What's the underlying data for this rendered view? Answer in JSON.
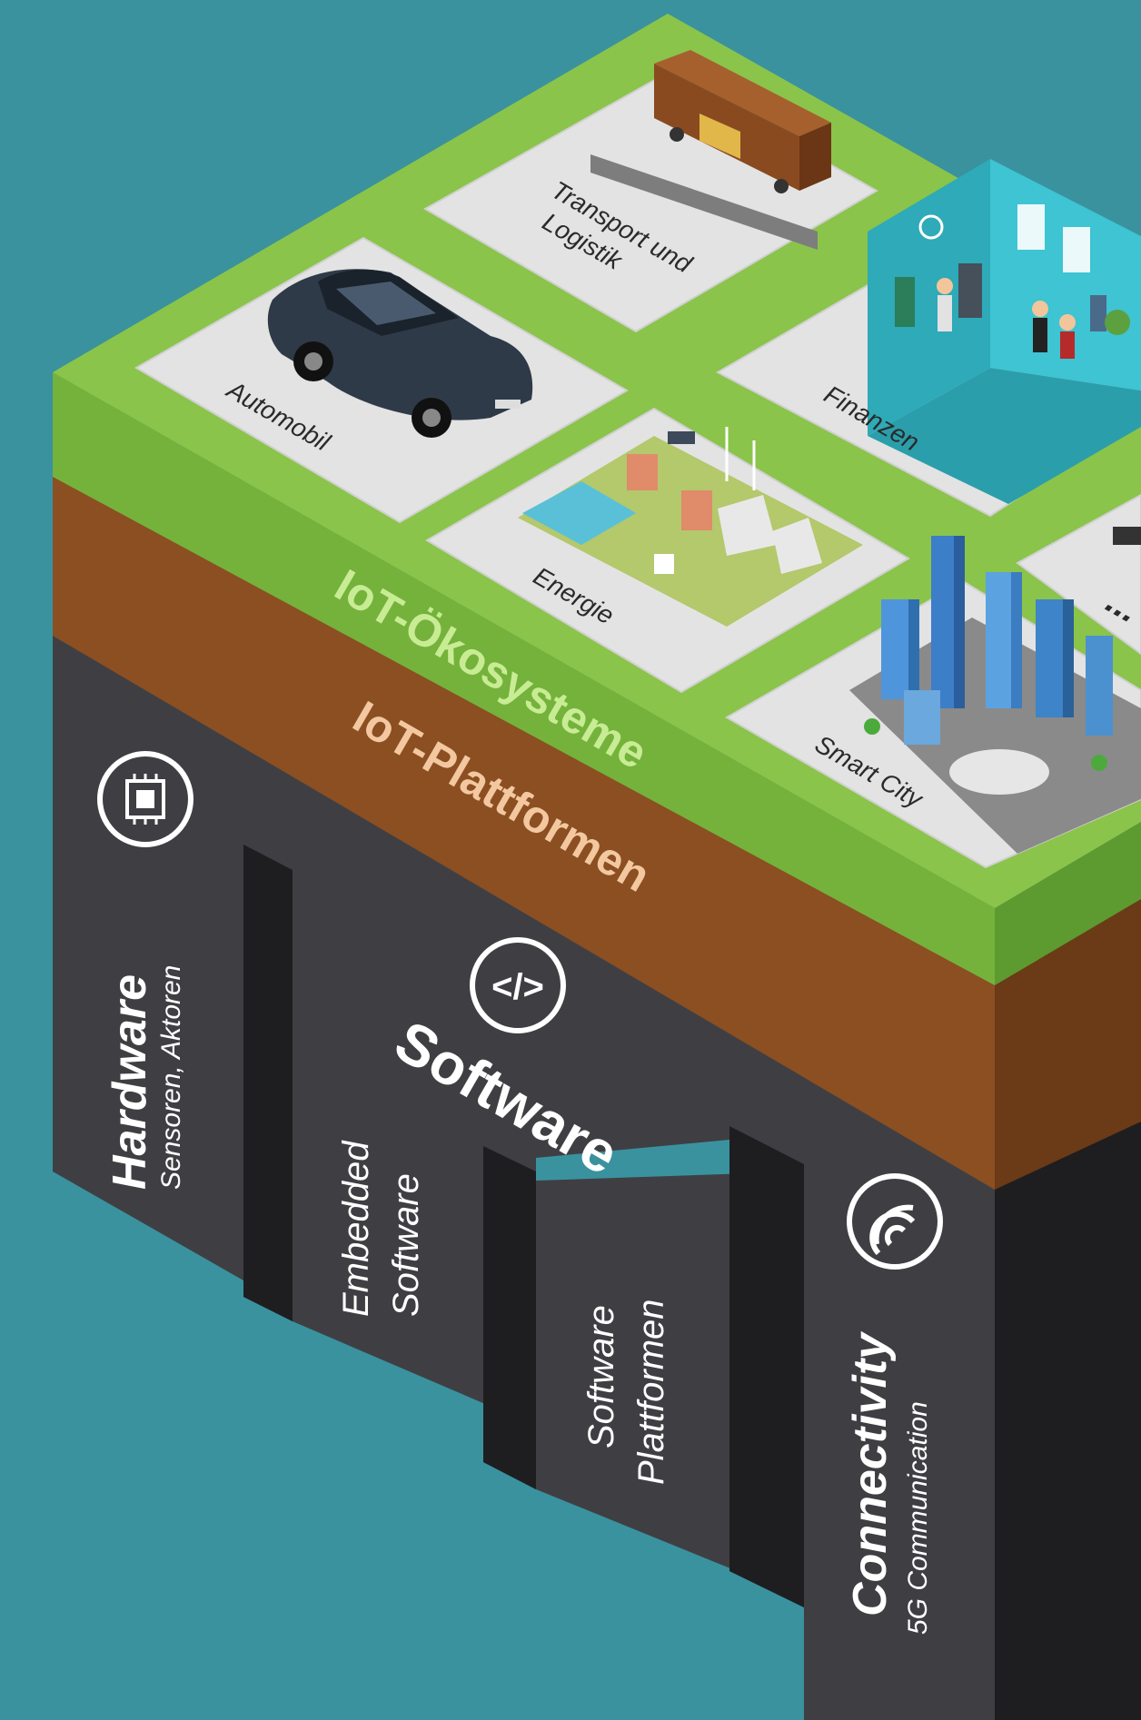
{
  "colors": {
    "background": "#3a929f",
    "grass_top": "#8ac44a",
    "grass_side": "#74b23c",
    "soil": "#8b4f22",
    "soil_dark": "#6b3a17",
    "pillar_front": "#3f3f43",
    "pillar_dark": "#1e1e20",
    "tile": "#e3e3e3"
  },
  "layers": {
    "ecosystems": "IoT-Ökosysteme",
    "platforms": "IoT-Plattformen",
    "software": "Software"
  },
  "tiles": [
    {
      "label": "Transport und",
      "label2": "Logistik",
      "icon": "freight-train-icon"
    },
    {
      "label": "Automobil",
      "icon": "car-icon"
    },
    {
      "label": "Finanzen",
      "icon": "bank-branch-icon"
    },
    {
      "label": "Energie",
      "icon": "power-plant-icon"
    },
    {
      "label": "Smart City",
      "icon": "city-skyline-icon"
    },
    {
      "label": "...",
      "icon": "more-icon"
    }
  ],
  "pillars": {
    "hardware": {
      "title": "Hardware",
      "subtitle": "Sensoren, Aktoren",
      "icon": "chip-icon"
    },
    "embedded": {
      "line1": "Embedded",
      "line2": "Software"
    },
    "platforms": {
      "line1": "Software",
      "line2": "Plattformen"
    },
    "connectivity": {
      "title": "Connectivity",
      "subtitle": "5G Communication",
      "icon": "wireless-signal-icon"
    }
  },
  "software_icon": "code-brackets-icon"
}
